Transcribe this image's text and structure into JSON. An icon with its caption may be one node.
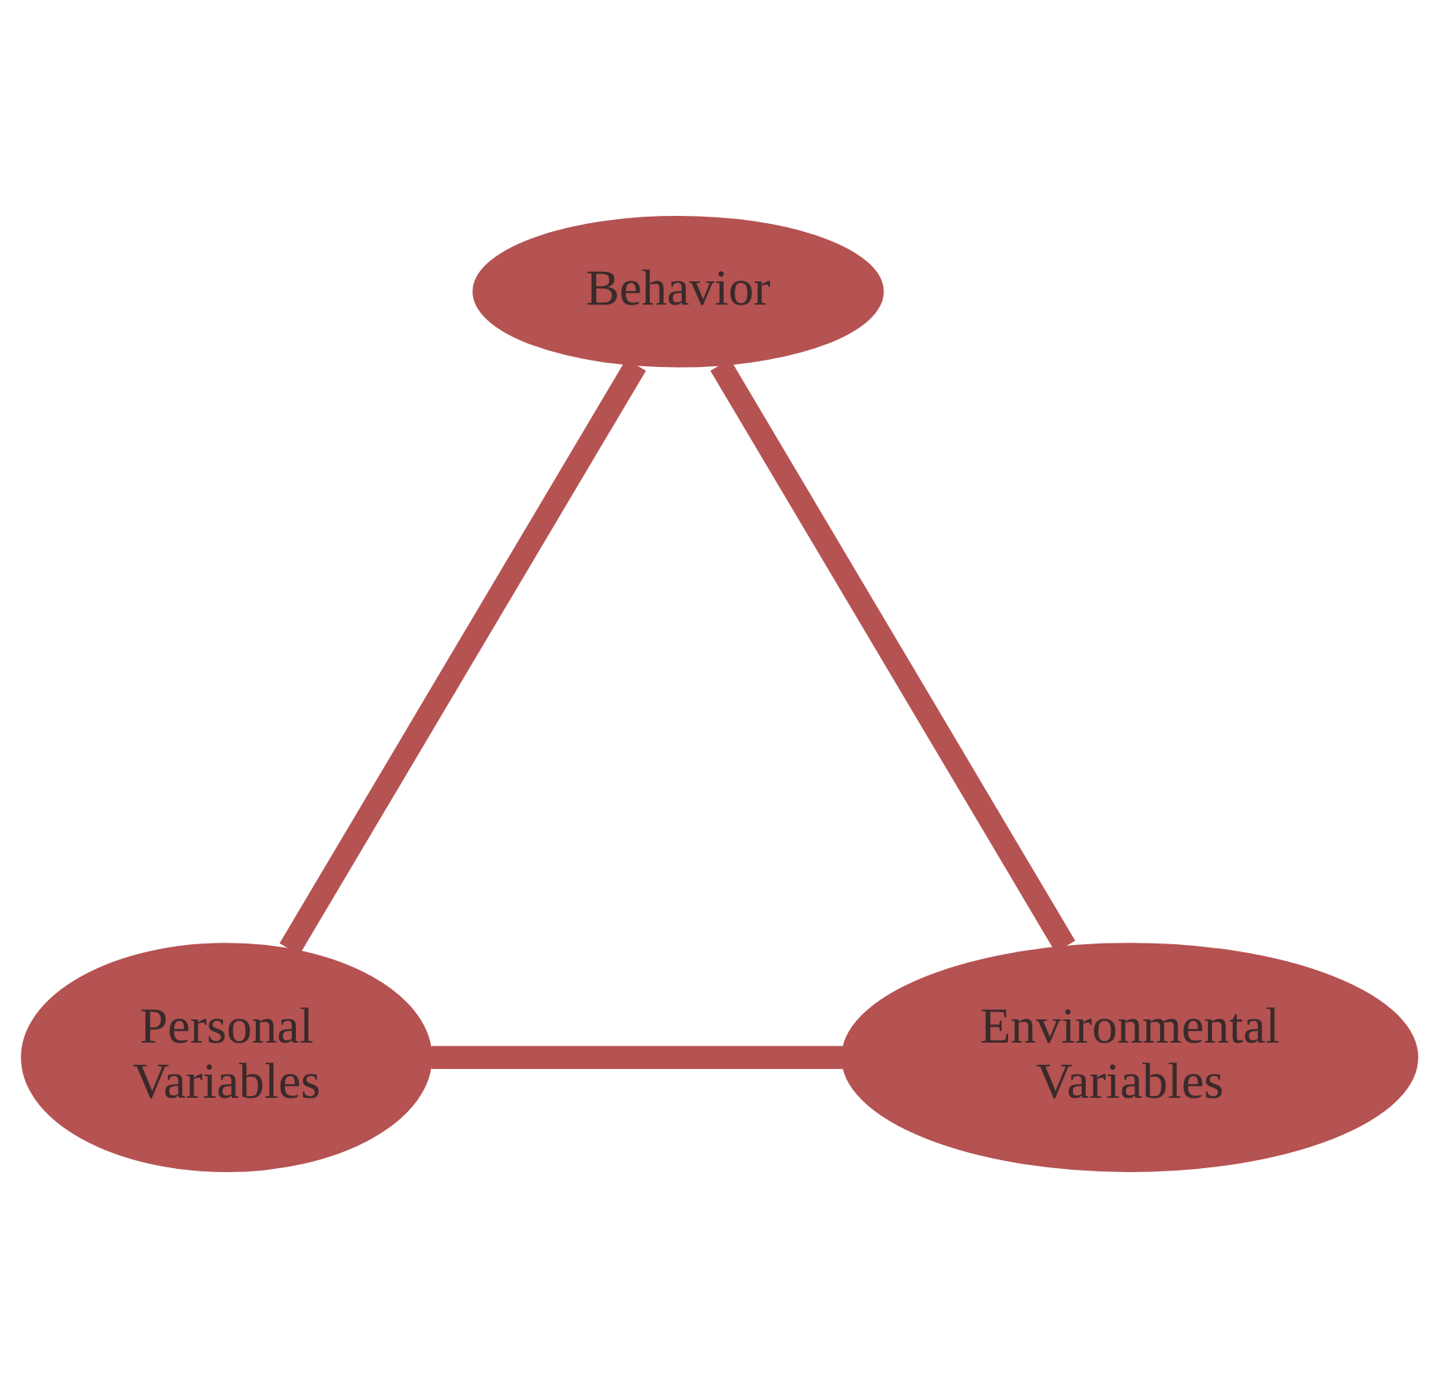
{
  "diagram": {
    "nodes": [
      {
        "text": [
          "Behavior"
        ]
      },
      {
        "text": [
          "Personal Variables"
        ]
      },
      {
        "text": [
          "Environmental Variables"
        ]
      }
    ],
    "edges": [
      {
        "from": 0,
        "to": 1,
        "arrow": "none"
      },
      {
        "from": 0,
        "to": 2,
        "arrow": "none"
      },
      {
        "from": 1,
        "to": 2,
        "arrow": "none"
      }
    ]
  }
}
